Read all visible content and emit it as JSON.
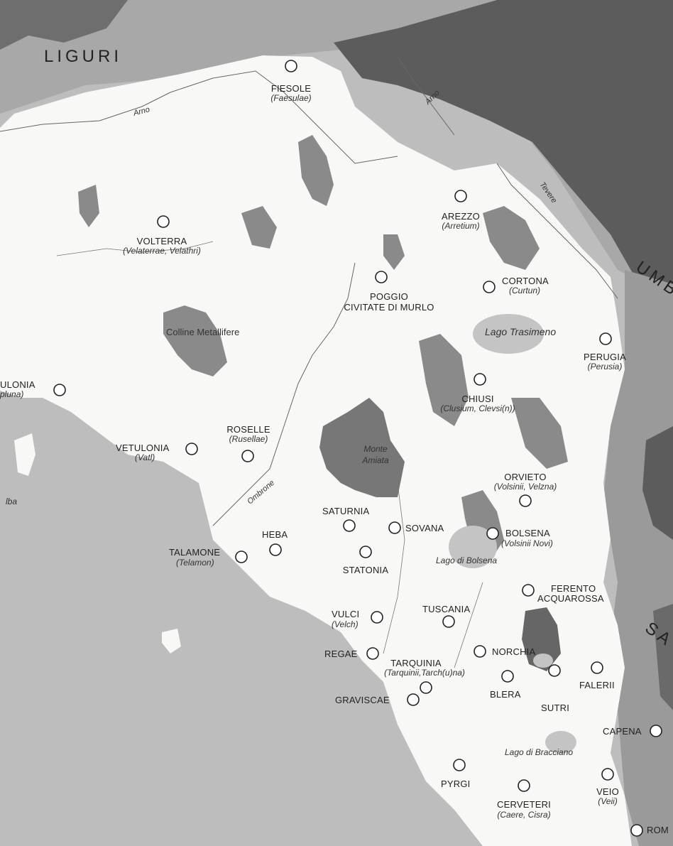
{
  "regions": {
    "liguri": "LIGURI",
    "umbri_partial": "UMB",
    "sabini_partial": "SA"
  },
  "rivers": {
    "arno_west": "Arno",
    "arno_east": "Arno",
    "tevere": "Tevere",
    "ombrone": "Ombrone"
  },
  "geo": {
    "colline_metallifere": "Colline Metallifere",
    "monte": "Monte",
    "amiata": "Amiata",
    "lago_trasimeno": "Lago Trasimeno",
    "lago_bolsena": "Lago di Bolsena",
    "lago_bracciano": "Lago di Bracciano",
    "elba_partial": "lba"
  },
  "cities": {
    "fiesole": {
      "name": "FIESOLE",
      "alt": "(Faesulae)"
    },
    "volterra": {
      "name": "VOLTERRA",
      "alt": "(Velaterrae, Velathri)"
    },
    "arezzo": {
      "name": "AREZZO",
      "alt": "(Arretium)"
    },
    "poggio": {
      "name1": "POGGIO",
      "name2": "CIVITATE DI MURLO"
    },
    "cortona": {
      "name": "CORTONA",
      "alt": "(Curtun)"
    },
    "perugia": {
      "name": "PERUGIA",
      "alt": "(Perusia)"
    },
    "populonia": {
      "name": "ULONIA",
      "alt": "pluna)"
    },
    "chiusi": {
      "name": "CHIUSI",
      "alt": "(Clusium, Clevsi(n))"
    },
    "vetulonia": {
      "name": "VETULONIA",
      "alt": "(Vatl)"
    },
    "roselle": {
      "name": "ROSELLE",
      "alt": "(Rusellae)"
    },
    "orvieto": {
      "name": "ORVIETO",
      "alt": "(Volsinii, Velzna)"
    },
    "saturnia": {
      "name": "SATURNIA"
    },
    "sovana": {
      "name": "SOVANA"
    },
    "bolsena": {
      "name": "BOLSENA",
      "alt": "(Volsinii Novi)"
    },
    "heba": {
      "name": "HEBA"
    },
    "talamone": {
      "name": "TALAMONE",
      "alt": "(Telamon)"
    },
    "statonia": {
      "name": "STATONIA"
    },
    "ferento": {
      "name1": "FERENTO",
      "name2": "ACQUAROSSA"
    },
    "tuscania": {
      "name": "TUSCANIA"
    },
    "vulci": {
      "name": "VULCI",
      "alt": "(Velch)"
    },
    "regae": {
      "name": "REGAE"
    },
    "tarquinia": {
      "name": "TARQUINIA",
      "alt": "(Tarquinii,Tarch(u)na)"
    },
    "norchia": {
      "name": "NORCHIA"
    },
    "blera": {
      "name": "BLERA"
    },
    "sutri": {
      "name": "SUTRI"
    },
    "falerii": {
      "name": "FALERII"
    },
    "graviscae": {
      "name": "GRAVISCAE"
    },
    "capena": {
      "name": "CAPENA"
    },
    "pyrgi": {
      "name": "PYRGI"
    },
    "veio": {
      "name": "VEIO",
      "alt": "(Veii)"
    },
    "cerveteri": {
      "name": "CERVETERI",
      "alt": "(Caere, Cisra)"
    },
    "roma": {
      "name": "ROM"
    }
  }
}
